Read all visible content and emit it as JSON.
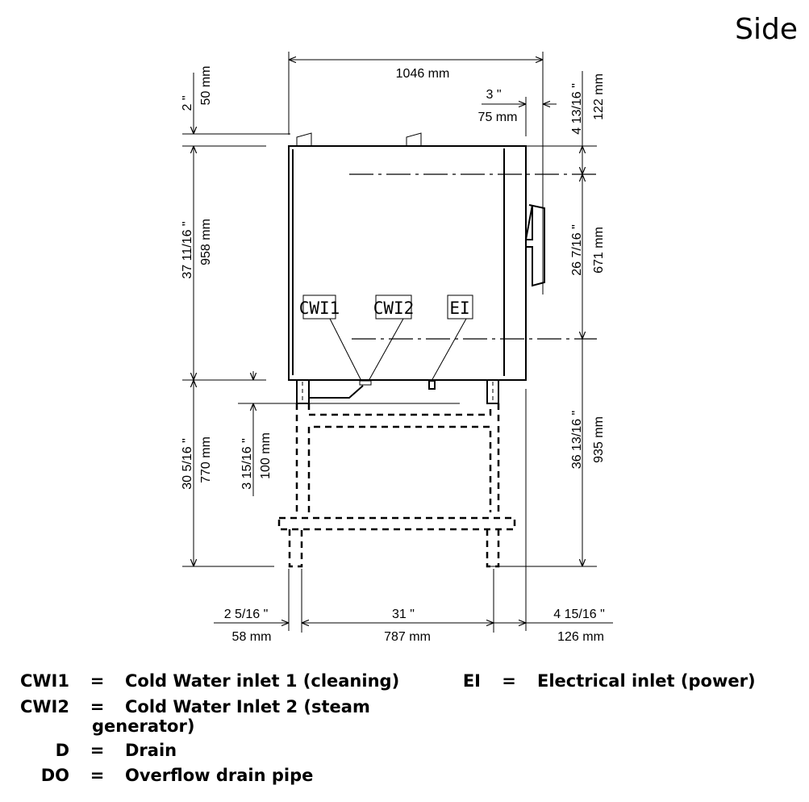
{
  "title": "Side",
  "dimensions": {
    "overall_depth": "1046 mm",
    "top_clear_in": "2 \"",
    "top_clear_mm": "50 mm",
    "body_height_in": "37 11/16 \"",
    "body_height_mm": "958 mm",
    "stand_height_in": "30 5/16 \"",
    "stand_height_mm": "770 mm",
    "drain_in": "3 15/16 \"",
    "drain_mm": "100 mm",
    "handle_in": "3 \"",
    "handle_mm": "75 mm",
    "top_right_in": "4 13/16 \"",
    "top_right_mm": "122 mm",
    "mid_right_in": "26 7/16 \"",
    "mid_right_mm": "671 mm",
    "low_right_in": "36 13/16 \"",
    "low_right_mm": "935 mm",
    "leg_left_in": "2 5/16 \"",
    "leg_left_mm": "58 mm",
    "leg_span_in": "31 \"",
    "leg_span_mm": "787 mm",
    "leg_right_in": "4 15/16 \"",
    "leg_right_mm": "126 mm"
  },
  "callouts": [
    "CWI1",
    "CWI2",
    "EI"
  ],
  "legend": [
    {
      "key": "CWI1",
      "eq": "=",
      "desc": "Cold Water inlet 1 (cleaning)"
    },
    {
      "key": "CWI2",
      "eq": "=",
      "desc": "Cold Water Inlet 2 (steam generator)"
    },
    {
      "key": "D",
      "eq": "=",
      "desc": "Drain"
    },
    {
      "key": "DO",
      "eq": "=",
      "desc": "Overflow drain pipe"
    },
    {
      "key": "EI",
      "eq": "=",
      "desc": "Electrical inlet (power)"
    }
  ]
}
